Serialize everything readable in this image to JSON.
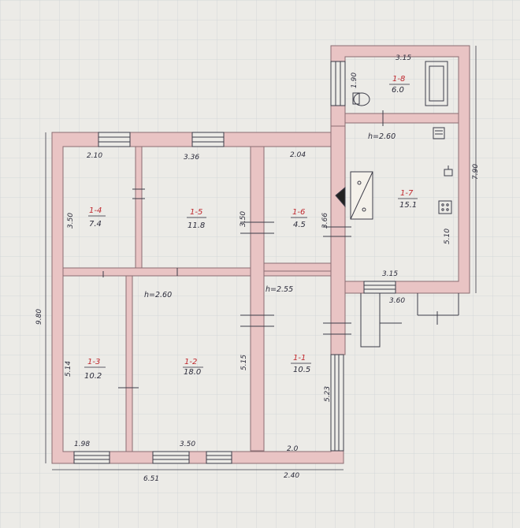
{
  "plan": {
    "colors": {
      "wall_fill": "#e9c4c4",
      "wall_line": "#8a6d72",
      "paper": "#ecebe7",
      "grid": "#c9cfd2",
      "room_id": "#c0282e",
      "text": "#2b2b3a"
    },
    "heights": {
      "main_house": "h=2.60",
      "hall": "h=2.55",
      "annex": "h=2.60"
    },
    "rooms": [
      {
        "id": "1-4",
        "area": "7.4"
      },
      {
        "id": "1-5",
        "area": "11.8"
      },
      {
        "id": "1-6",
        "area": "4.5"
      },
      {
        "id": "1-3",
        "area": "10.2"
      },
      {
        "id": "1-2",
        "area": "18.0"
      },
      {
        "id": "1-1",
        "area": "10.5"
      },
      {
        "id": "1-7",
        "area": "15.1"
      },
      {
        "id": "1-8",
        "area": "6.0"
      }
    ],
    "dimensions": {
      "r14_width": "2.10",
      "r15_width": "3.36",
      "r16_width": "2.04",
      "r14_height": "3.50",
      "r15_height": "3.50",
      "r16_height": "3.66",
      "total_height": "9.80",
      "r13_height": "5.14",
      "r12_height": "5.15",
      "r11_height": "5.23",
      "r13_width": "1.98",
      "r12_width": "3.50",
      "r11_width": "2.0",
      "total_width_left": "6.51",
      "total_width_right": "2.40",
      "r18_width": "3.15",
      "r18_height": "1.90",
      "r17_height": "5.10",
      "annex_height": "7.90",
      "r17_width": "3.15",
      "annex_outer_width": "3.60"
    }
  }
}
